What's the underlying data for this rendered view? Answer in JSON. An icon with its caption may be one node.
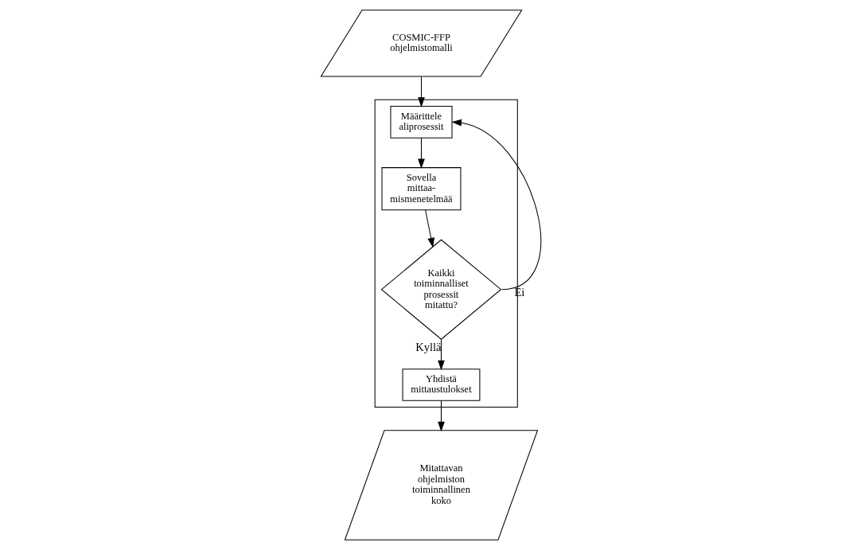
{
  "diagram": {
    "nodes": [
      {
        "text": [],
        "shape": "box"
      },
      {
        "text": [
          "COSMIC-FFP ohjelmistomalli"
        ]
      },
      {
        "text": [
          "Määrittele aliprosessit"
        ],
        "in": 0
      },
      {
        "text": [
          "Sovella mittaa- mismenetelmää"
        ],
        "in": 0
      },
      {
        "text": [
          "Kaikki toiminnalliset prosessit mitattu?"
        ],
        "in": 0
      },
      {
        "text": [
          "Yhdistä mittaustulokset"
        ],
        "in": 0
      },
      {
        "text": [
          "Mitattavan ohjelmiston toiminnallinen koko"
        ]
      }
    ],
    "edges": [
      {
        "from": 1,
        "to": 2,
        "arrow": "to"
      },
      {
        "from": 2,
        "to": 3,
        "arrow": "to"
      },
      {
        "from": 3,
        "to": 4,
        "arrow": "to"
      },
      {
        "from": 4,
        "to": 2,
        "arrow": "to",
        "label": "Ei"
      },
      {
        "from": 4,
        "to": 5,
        "arrow": "to",
        "label": "Kyllä"
      },
      {
        "from": 5,
        "to": 6,
        "arrow": "to"
      }
    ]
  }
}
